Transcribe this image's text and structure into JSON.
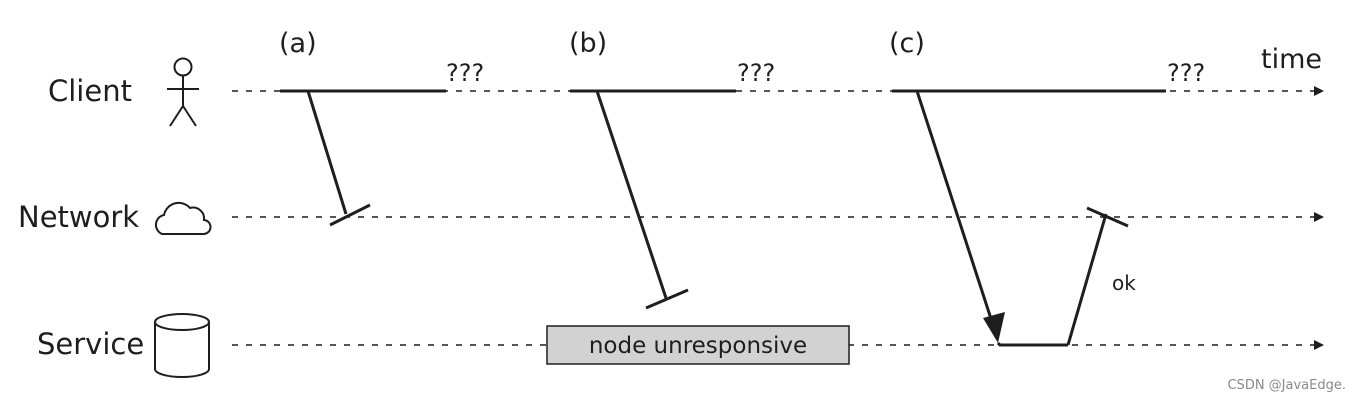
{
  "lanes": {
    "client": "Client",
    "network": "Network",
    "service": "Service"
  },
  "scenarios": {
    "a": "(a)",
    "b": "(b)",
    "c": "(c)"
  },
  "unknown_marker": "???",
  "time_label": "time",
  "ok_label": "ok",
  "unresponsive_box": "node unresponsive",
  "watermark": "CSDN @JavaEdge.",
  "icons": {
    "client": "person-icon",
    "network": "cloud-icon",
    "service": "database-icon"
  },
  "colors": {
    "line": "#1e1e1e",
    "box_fill": "#d2d2d2",
    "watermark": "#8a8a8a"
  }
}
